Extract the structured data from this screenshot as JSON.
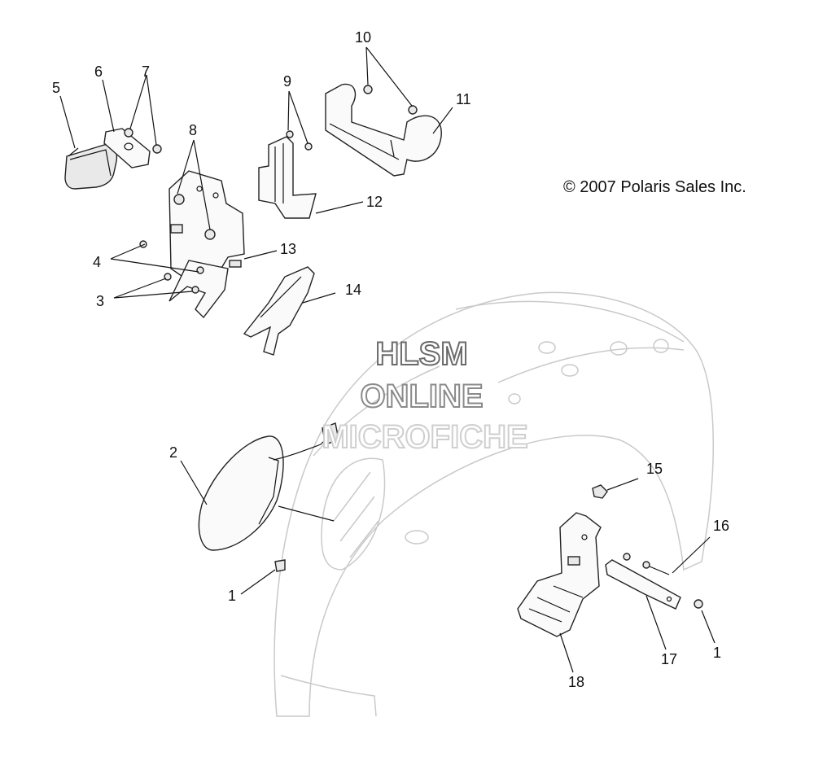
{
  "diagram": {
    "copyright": "© 2007 Polaris Sales Inc.",
    "watermark": [
      "HLSM",
      "ONLINE",
      "MICROFICHE"
    ],
    "callouts": [
      {
        "id": "c5",
        "label": "5"
      },
      {
        "id": "c6",
        "label": "6"
      },
      {
        "id": "c7",
        "label": "7"
      },
      {
        "id": "c8",
        "label": "8"
      },
      {
        "id": "c9",
        "label": "9"
      },
      {
        "id": "c10",
        "label": "10"
      },
      {
        "id": "c11",
        "label": "11"
      },
      {
        "id": "c12",
        "label": "12"
      },
      {
        "id": "c13",
        "label": "13"
      },
      {
        "id": "c14",
        "label": "14"
      },
      {
        "id": "c4",
        "label": "4"
      },
      {
        "id": "c3",
        "label": "3"
      },
      {
        "id": "c2",
        "label": "2"
      },
      {
        "id": "c1a",
        "label": "1"
      },
      {
        "id": "c15",
        "label": "15"
      },
      {
        "id": "c16",
        "label": "16"
      },
      {
        "id": "c17",
        "label": "17"
      },
      {
        "id": "c18",
        "label": "18"
      },
      {
        "id": "c1b",
        "label": "1"
      }
    ]
  }
}
